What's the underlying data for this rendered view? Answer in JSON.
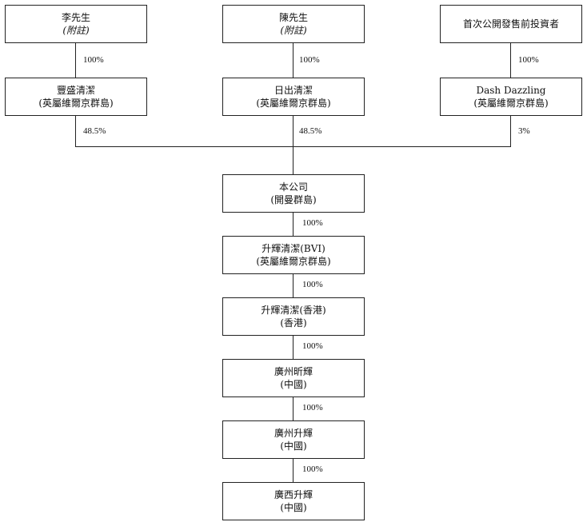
{
  "shareholders": [
    {
      "title": "李先生",
      "note": "(附註)"
    },
    {
      "title": "陳先生",
      "note": "(附註)"
    },
    {
      "title": "首次公開發售前投資者"
    }
  ],
  "holding_companies": [
    {
      "title": "豐盛清潔",
      "sub": "(英屬維爾京群島)"
    },
    {
      "title": "日出清潔",
      "sub": "(英屬維爾京群島)"
    },
    {
      "title": "Dash Dazzling",
      "sub": "(英屬維爾京群島)"
    }
  ],
  "ownership_top": [
    "100%",
    "100%",
    "100%"
  ],
  "ownership_company": [
    "48.5%",
    "48.5%",
    "3%"
  ],
  "chain": [
    {
      "title": "本公司",
      "sub": "(開曼群島)"
    },
    {
      "title": "升輝清潔(BVI)",
      "sub": "(英屬維爾京群島)"
    },
    {
      "title": "升輝清潔(香港)",
      "sub": "(香港)"
    },
    {
      "title": "廣州昕輝",
      "sub": "(中國)"
    },
    {
      "title": "廣州升輝",
      "sub": "(中國)"
    },
    {
      "title": "廣西升輝",
      "sub": "(中國)"
    }
  ],
  "chain_ownership": [
    "100%",
    "100%",
    "100%",
    "100%",
    "100%"
  ]
}
